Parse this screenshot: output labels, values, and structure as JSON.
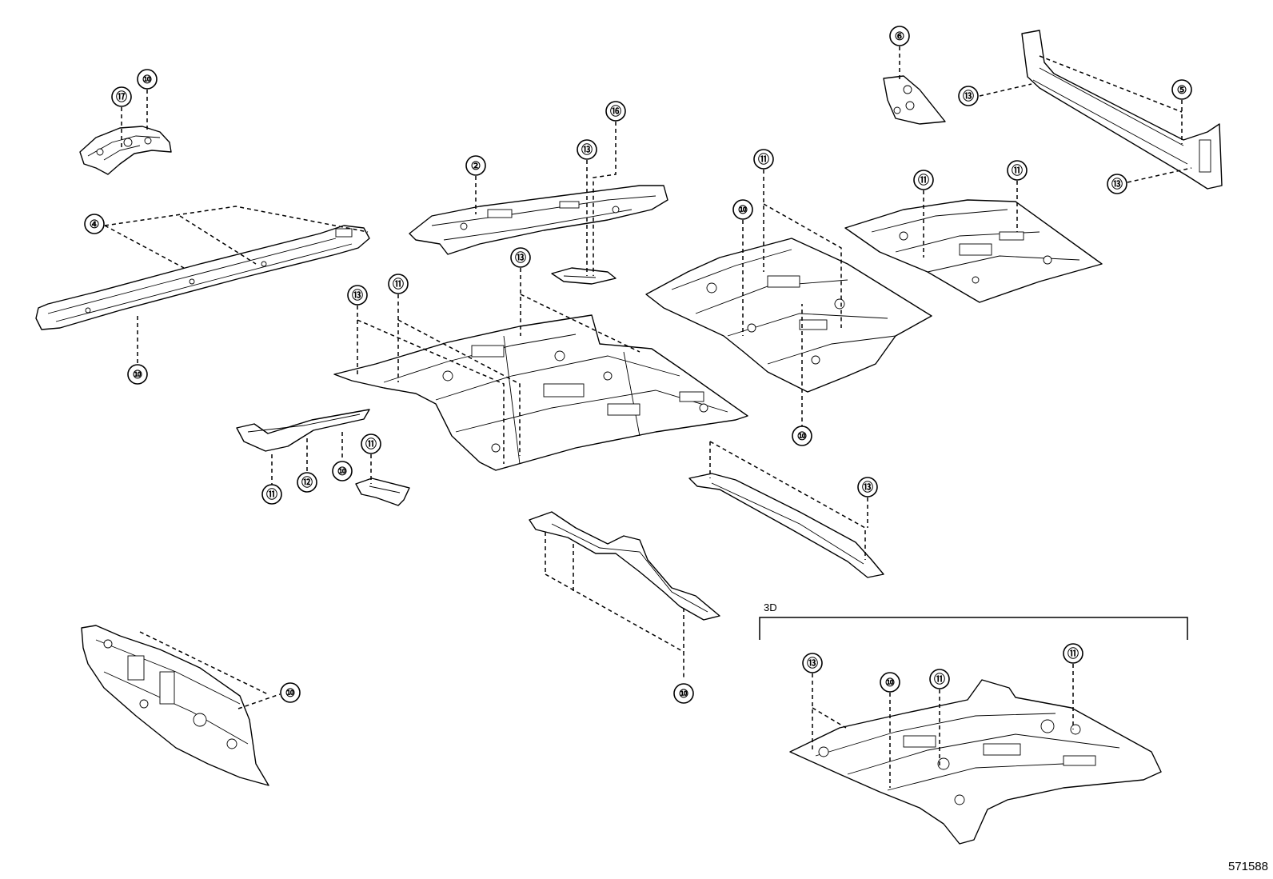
{
  "diagram_id": "571588",
  "group_label": "3D",
  "callouts": {
    "c01": "⑩",
    "c02": "⑰",
    "c03": "④",
    "c04": "⑩",
    "c05": "②",
    "c06": "⑯",
    "c07": "⑬",
    "c08": "⑬",
    "c09": "⑬",
    "c10": "⑪",
    "c11": "⑪",
    "c12": "⑫",
    "c13": "⑩",
    "c14": "⑪",
    "c15": "⑥",
    "c16": "⑤",
    "c17": "⑬",
    "c18": "⑬",
    "c19": "⑪",
    "c20": "⑩",
    "c21": "⑩",
    "c22": "⑪",
    "c23": "⑪",
    "c24": "⑬",
    "c25": "⑩",
    "c26": "⑩",
    "c27": "⑬",
    "c28": "⑩",
    "c29": "⑪",
    "c30": "⑪"
  }
}
